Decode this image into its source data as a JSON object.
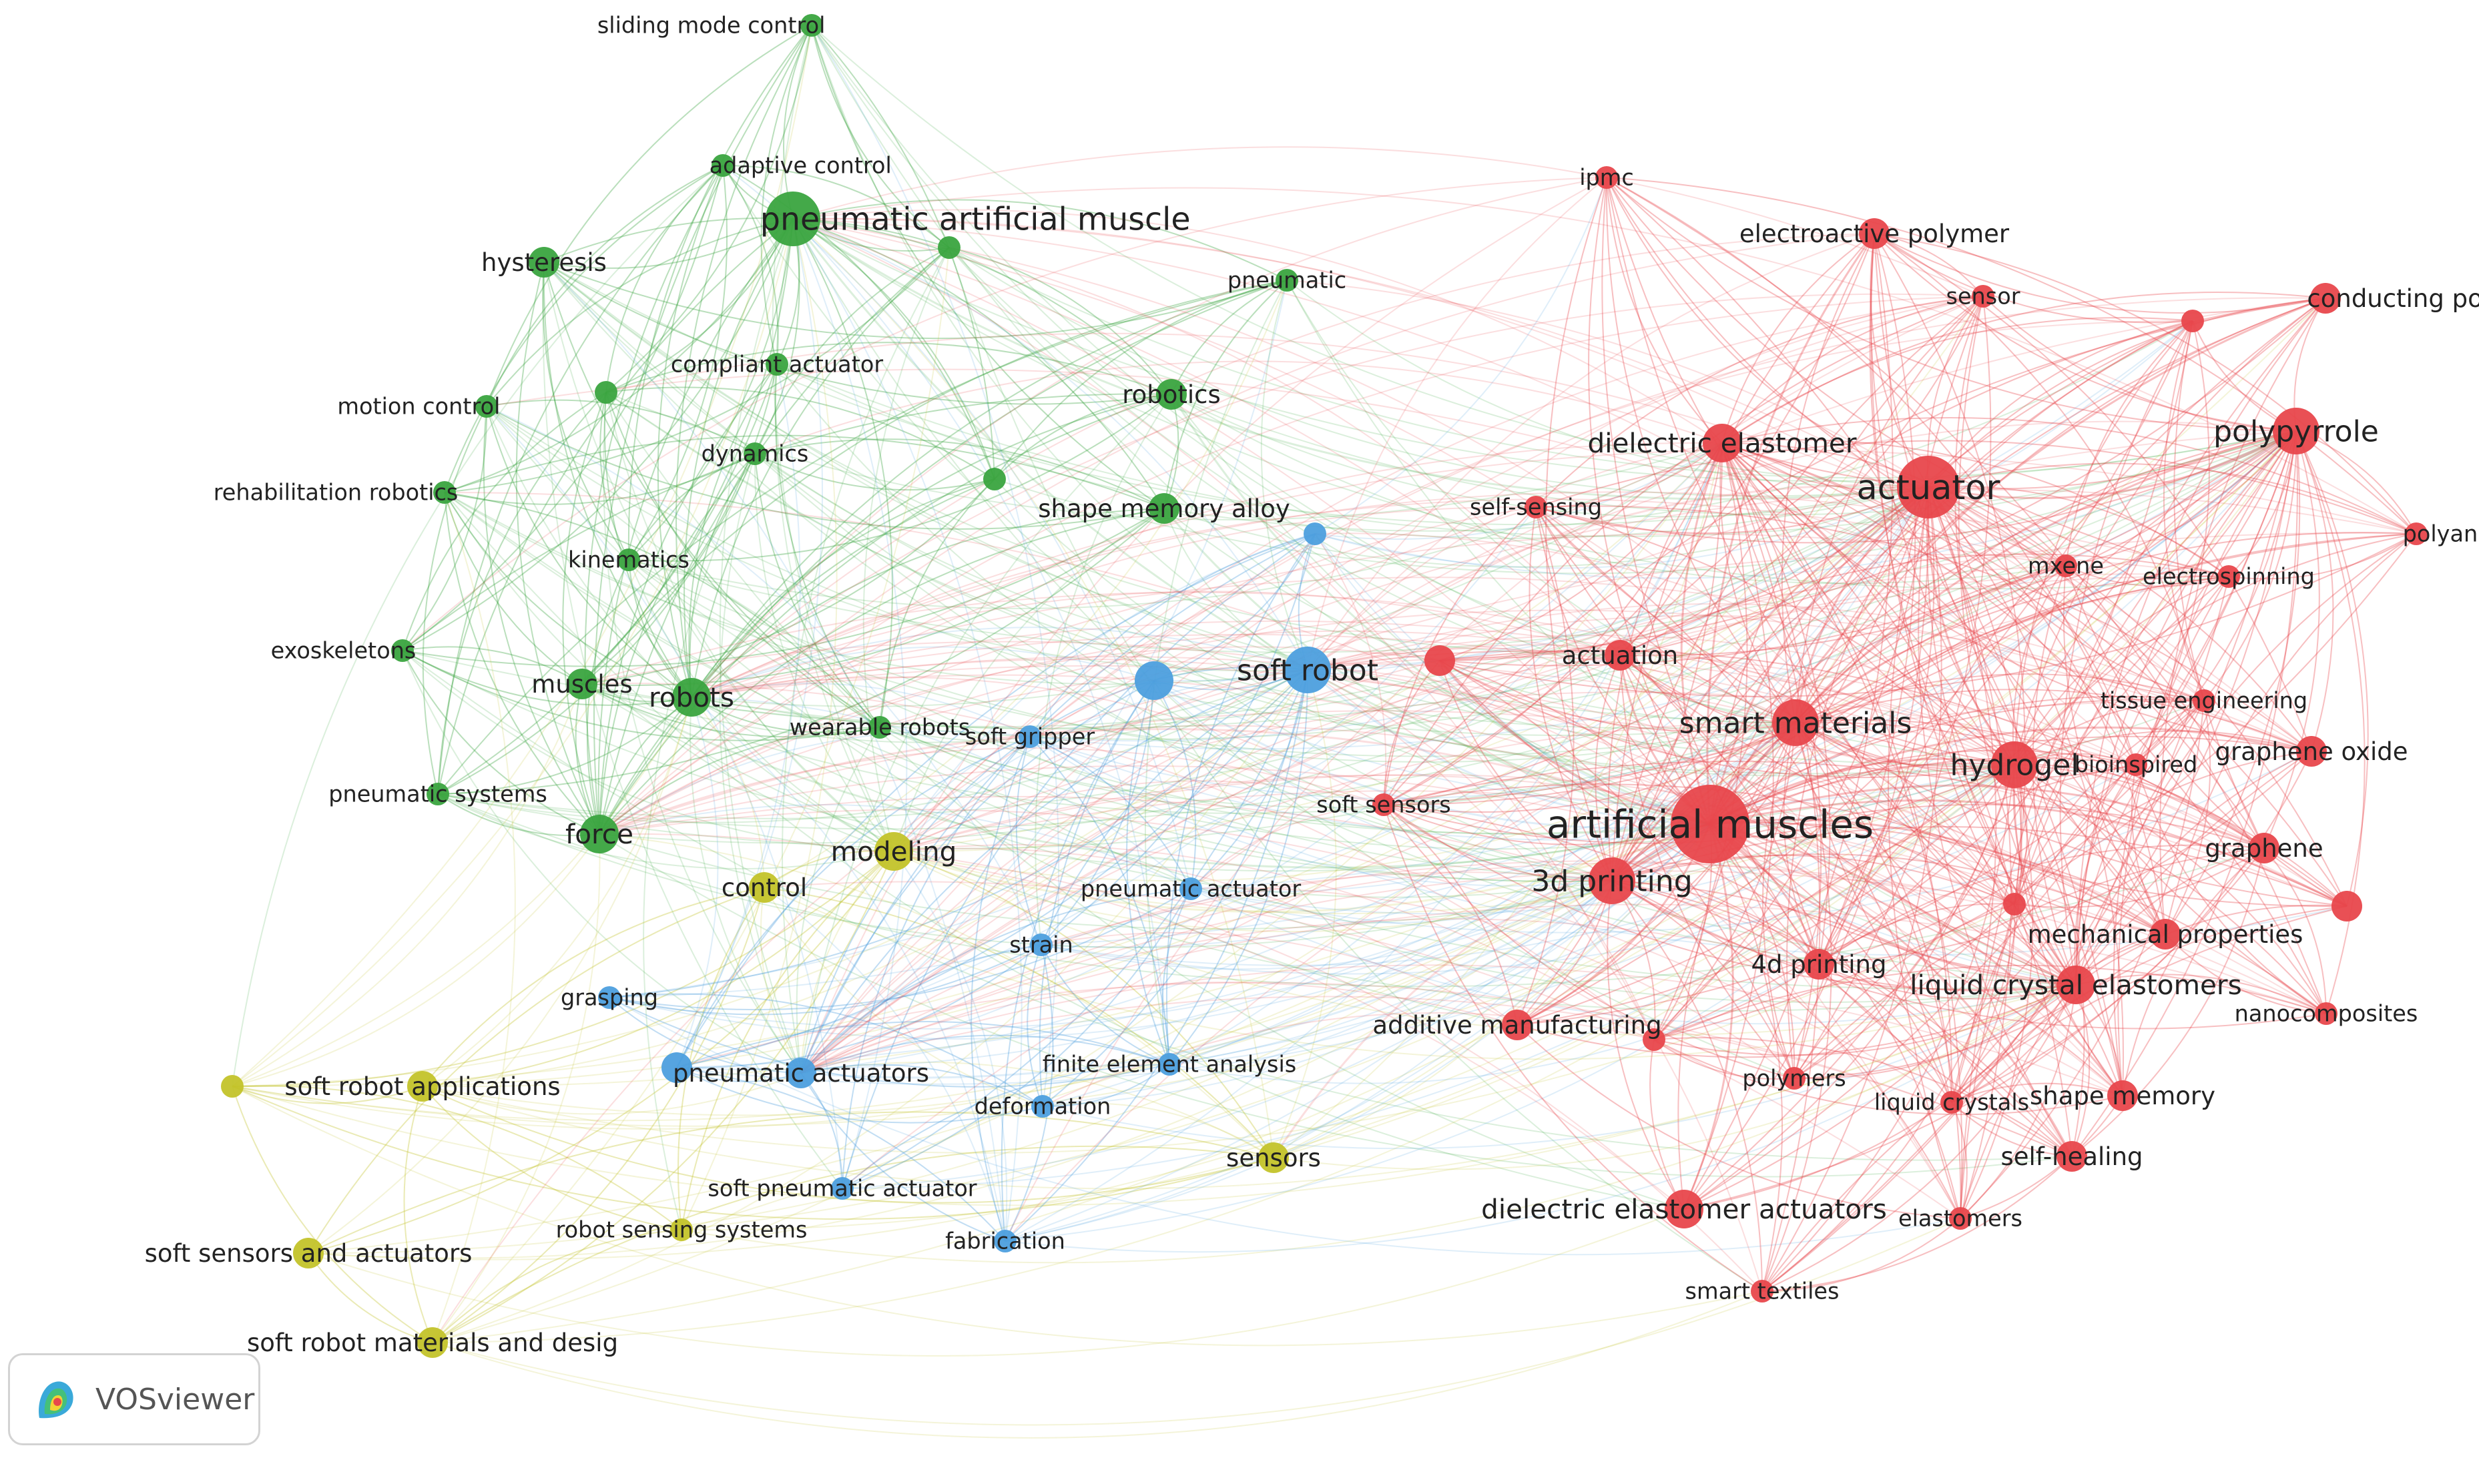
{
  "colors": {
    "red": "#e8474c",
    "green": "#3aa43f",
    "blue": "#4d9fde",
    "yellow": "#c3c32a"
  },
  "brand": {
    "name": "VOSviewer",
    "logo_icon": "vosviewer-logo-icon"
  },
  "nodes": [
    {
      "id": "sliding-mode-control",
      "label": "sliding mode control",
      "cluster": "green",
      "weight": 1
    },
    {
      "id": "adaptive-control",
      "label": "adaptive control",
      "cluster": "green",
      "weight": 1
    },
    {
      "id": "pneumatic-artificial-muscle",
      "label": "pneumatic artificial muscle",
      "cluster": "green",
      "weight": 5
    },
    {
      "id": "hysteresis",
      "label": "hysteresis",
      "cluster": "green",
      "weight": 2
    },
    {
      "id": "green-unlabeled-1",
      "label": "",
      "cluster": "green",
      "weight": 1
    },
    {
      "id": "compliant-actuator",
      "label": "compliant actuator",
      "cluster": "green",
      "weight": 1
    },
    {
      "id": "green-unlabeled-2",
      "label": "",
      "cluster": "green",
      "weight": 1
    },
    {
      "id": "motion-control",
      "label": "motion control",
      "cluster": "green",
      "weight": 1
    },
    {
      "id": "dynamics",
      "label": "dynamics",
      "cluster": "green",
      "weight": 1
    },
    {
      "id": "pneumatic",
      "label": "pneumatic",
      "cluster": "green",
      "weight": 1
    },
    {
      "id": "robotics",
      "label": "robotics",
      "cluster": "green",
      "weight": 2
    },
    {
      "id": "green-unlabeled-3",
      "label": "",
      "cluster": "green",
      "weight": 1
    },
    {
      "id": "rehabilitation-robotics",
      "label": "rehabilitation robotics",
      "cluster": "green",
      "weight": 1
    },
    {
      "id": "kinematics",
      "label": "kinematics",
      "cluster": "green",
      "weight": 1
    },
    {
      "id": "shape-memory-alloy",
      "label": "shape memory alloy",
      "cluster": "green",
      "weight": 2
    },
    {
      "id": "exoskeletons",
      "label": "exoskeletons",
      "cluster": "green",
      "weight": 1
    },
    {
      "id": "muscles",
      "label": "muscles",
      "cluster": "green",
      "weight": 2
    },
    {
      "id": "robots",
      "label": "robots",
      "cluster": "green",
      "weight": 3
    },
    {
      "id": "wearable-robots",
      "label": "wearable robots",
      "cluster": "green",
      "weight": 1
    },
    {
      "id": "pneumatic-systems",
      "label": "pneumatic systems",
      "cluster": "green",
      "weight": 1
    },
    {
      "id": "force",
      "label": "force",
      "cluster": "green",
      "weight": 3
    },
    {
      "id": "modeling",
      "label": "modeling",
      "cluster": "yellow",
      "weight": 3
    },
    {
      "id": "control",
      "label": "control",
      "cluster": "yellow",
      "weight": 2
    },
    {
      "id": "yellow-unlabeled-1",
      "label": "",
      "cluster": "yellow",
      "weight": 1
    },
    {
      "id": "soft-robot-applications",
      "label": "soft robot applications",
      "cluster": "yellow",
      "weight": 2
    },
    {
      "id": "soft-sensors-and-actuators",
      "label": "soft sensors and actuators",
      "cluster": "yellow",
      "weight": 2
    },
    {
      "id": "robot-sensing-systems",
      "label": "robot sensing systems",
      "cluster": "yellow",
      "weight": 1
    },
    {
      "id": "soft-robot-materials-and-desig",
      "label": "soft robot materials and desig",
      "cluster": "yellow",
      "weight": 2
    },
    {
      "id": "sensors",
      "label": "sensors",
      "cluster": "yellow",
      "weight": 2
    },
    {
      "id": "blue-unlabeled-1",
      "label": "",
      "cluster": "blue",
      "weight": 1
    },
    {
      "id": "blue-unlabeled-2",
      "label": "",
      "cluster": "blue",
      "weight": 3
    },
    {
      "id": "soft-robot",
      "label": "soft robot",
      "cluster": "blue",
      "weight": 4
    },
    {
      "id": "soft-gripper",
      "label": "soft gripper",
      "cluster": "blue",
      "weight": 1
    },
    {
      "id": "pneumatic-actuator",
      "label": "pneumatic actuator",
      "cluster": "blue",
      "weight": 1
    },
    {
      "id": "strain",
      "label": "strain",
      "cluster": "blue",
      "weight": 1
    },
    {
      "id": "grasping",
      "label": "grasping",
      "cluster": "blue",
      "weight": 1
    },
    {
      "id": "blue-unlabeled-3",
      "label": "",
      "cluster": "blue",
      "weight": 2
    },
    {
      "id": "pneumatic-actuators",
      "label": "pneumatic actuators",
      "cluster": "blue",
      "weight": 2
    },
    {
      "id": "finite-element-analysis",
      "label": "finite element analysis",
      "cluster": "blue",
      "weight": 1
    },
    {
      "id": "deformation",
      "label": "deformation",
      "cluster": "blue",
      "weight": 1
    },
    {
      "id": "soft-pneumatic-actuator",
      "label": "soft pneumatic actuator",
      "cluster": "blue",
      "weight": 1
    },
    {
      "id": "fabrication",
      "label": "fabrication",
      "cluster": "blue",
      "weight": 1
    },
    {
      "id": "ipmc",
      "label": "ipmc",
      "cluster": "red",
      "weight": 1
    },
    {
      "id": "electroactive-polymer",
      "label": "electroactive polymer",
      "cluster": "red",
      "weight": 2
    },
    {
      "id": "sensor",
      "label": "sensor",
      "cluster": "red",
      "weight": 1
    },
    {
      "id": "red-unlabeled-1",
      "label": "",
      "cluster": "red",
      "weight": 1
    },
    {
      "id": "conducting-polymer",
      "label": "conducting polymer",
      "cluster": "red",
      "weight": 2
    },
    {
      "id": "dielectric-elastomer",
      "label": "dielectric elastomer",
      "cluster": "red",
      "weight": 3
    },
    {
      "id": "actuator",
      "label": "actuator",
      "cluster": "red",
      "weight": 6
    },
    {
      "id": "polypyrrole",
      "label": "polypyrrole",
      "cluster": "red",
      "weight": 4
    },
    {
      "id": "self-sensing",
      "label": "self-sensing",
      "cluster": "red",
      "weight": 1
    },
    {
      "id": "polyaniline",
      "label": "polyaniline",
      "cluster": "red",
      "weight": 1
    },
    {
      "id": "mxene",
      "label": "mxene",
      "cluster": "red",
      "weight": 1
    },
    {
      "id": "electrospinning",
      "label": "electrospinning",
      "cluster": "red",
      "weight": 1
    },
    {
      "id": "red-unlabeled-2",
      "label": "",
      "cluster": "red",
      "weight": 2
    },
    {
      "id": "actuation",
      "label": "actuation",
      "cluster": "red",
      "weight": 2
    },
    {
      "id": "tissue-engineering",
      "label": "tissue engineering",
      "cluster": "red",
      "weight": 1
    },
    {
      "id": "smart-materials",
      "label": "smart materials",
      "cluster": "red",
      "weight": 4
    },
    {
      "id": "hydrogel",
      "label": "hydrogel",
      "cluster": "red",
      "weight": 4
    },
    {
      "id": "bioinspired",
      "label": "bioinspired",
      "cluster": "red",
      "weight": 1
    },
    {
      "id": "graphene-oxide",
      "label": "graphene oxide",
      "cluster": "red",
      "weight": 2
    },
    {
      "id": "soft-sensors",
      "label": "soft sensors",
      "cluster": "red",
      "weight": 1
    },
    {
      "id": "artificial-muscles",
      "label": "artificial muscles",
      "cluster": "red",
      "weight": 8
    },
    {
      "id": "graphene",
      "label": "graphene",
      "cluster": "red",
      "weight": 2
    },
    {
      "id": "3d-printing",
      "label": "3d printing",
      "cluster": "red",
      "weight": 4
    },
    {
      "id": "red-unlabeled-3",
      "label": "",
      "cluster": "red",
      "weight": 1
    },
    {
      "id": "red-unlabeled-4",
      "label": "",
      "cluster": "red",
      "weight": 2
    },
    {
      "id": "mechanical-properties",
      "label": "mechanical properties",
      "cluster": "red",
      "weight": 2
    },
    {
      "id": "4d-printing",
      "label": "4d printing",
      "cluster": "red",
      "weight": 2
    },
    {
      "id": "liquid-crystal-elastomers",
      "label": "liquid crystal elastomers",
      "cluster": "red",
      "weight": 3
    },
    {
      "id": "nanocomposites",
      "label": "nanocomposites",
      "cluster": "red",
      "weight": 1
    },
    {
      "id": "additive-manufacturing",
      "label": "additive manufacturing",
      "cluster": "red",
      "weight": 2
    },
    {
      "id": "red-unlabeled-5",
      "label": "",
      "cluster": "red",
      "weight": 1
    },
    {
      "id": "polymers",
      "label": "polymers",
      "cluster": "red",
      "weight": 1
    },
    {
      "id": "liquid-crystals",
      "label": "liquid crystals",
      "cluster": "red",
      "weight": 1
    },
    {
      "id": "shape-memory",
      "label": "shape memory",
      "cluster": "red",
      "weight": 2
    },
    {
      "id": "self-healing",
      "label": "self-healing",
      "cluster": "red",
      "weight": 2
    },
    {
      "id": "dielectric-elastomer-actuators",
      "label": "dielectric elastomer actuators",
      "cluster": "red",
      "weight": 3
    },
    {
      "id": "elastomers",
      "label": "elastomers",
      "cluster": "red",
      "weight": 1
    },
    {
      "id": "smart-textiles",
      "label": "smart textiles",
      "cluster": "red",
      "weight": 1
    }
  ]
}
